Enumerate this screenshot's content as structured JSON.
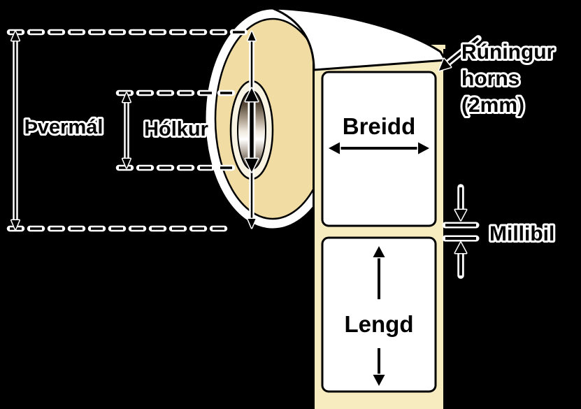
{
  "diagram": {
    "type": "label-roll-dimensions",
    "background_color": "#000000",
    "colors": {
      "roll_body": "#f1dca4",
      "liner_strip": "#f7ecc0",
      "core_ring": "#f8f3e3",
      "label_face": "#ffffff",
      "wrap_band": "#ffffff",
      "outline": "#000000",
      "halo": "#ffffff"
    },
    "annotations": {
      "diameter": "Þvermál",
      "core": "Hólkur",
      "width": "Breidd",
      "length": "Lengd",
      "corner_note": [
        "Rúningur",
        "horns",
        "(2mm)"
      ],
      "gap": "Millibil"
    }
  }
}
